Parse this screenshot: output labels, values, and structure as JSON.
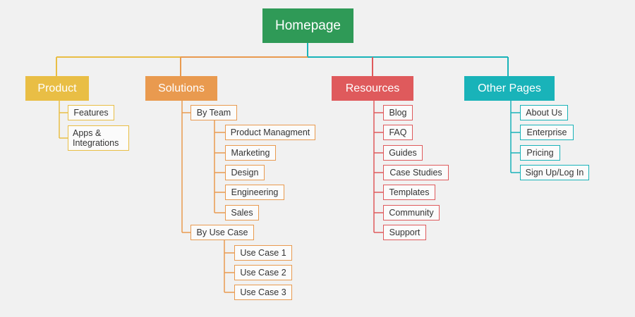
{
  "root": {
    "label": "Homepage"
  },
  "colors": {
    "root": "#2f9a57",
    "product": "#e9be45",
    "solutions": "#e99a4f",
    "resources": "#df5a5c",
    "other": "#19b3b9",
    "background": "#f1f1f1"
  },
  "product": {
    "label": "Product",
    "items": [
      "Features",
      "Apps & Integrations"
    ]
  },
  "solutions": {
    "label": "Solutions",
    "by_team": {
      "label": "By Team",
      "items": [
        "Product Managment",
        "Marketing",
        "Design",
        "Engineering",
        "Sales"
      ]
    },
    "by_use_case": {
      "label": "By Use Case",
      "items": [
        "Use Case 1",
        "Use Case 2",
        "Use Case 3"
      ]
    }
  },
  "resources": {
    "label": "Resources",
    "items": [
      "Blog",
      "FAQ",
      "Guides",
      "Case Studies",
      "Templates",
      "Community",
      "Support"
    ]
  },
  "other_pages": {
    "label": "Other Pages",
    "items": [
      "About Us",
      "Enterprise",
      "Pricing",
      "Sign Up/Log In"
    ]
  }
}
